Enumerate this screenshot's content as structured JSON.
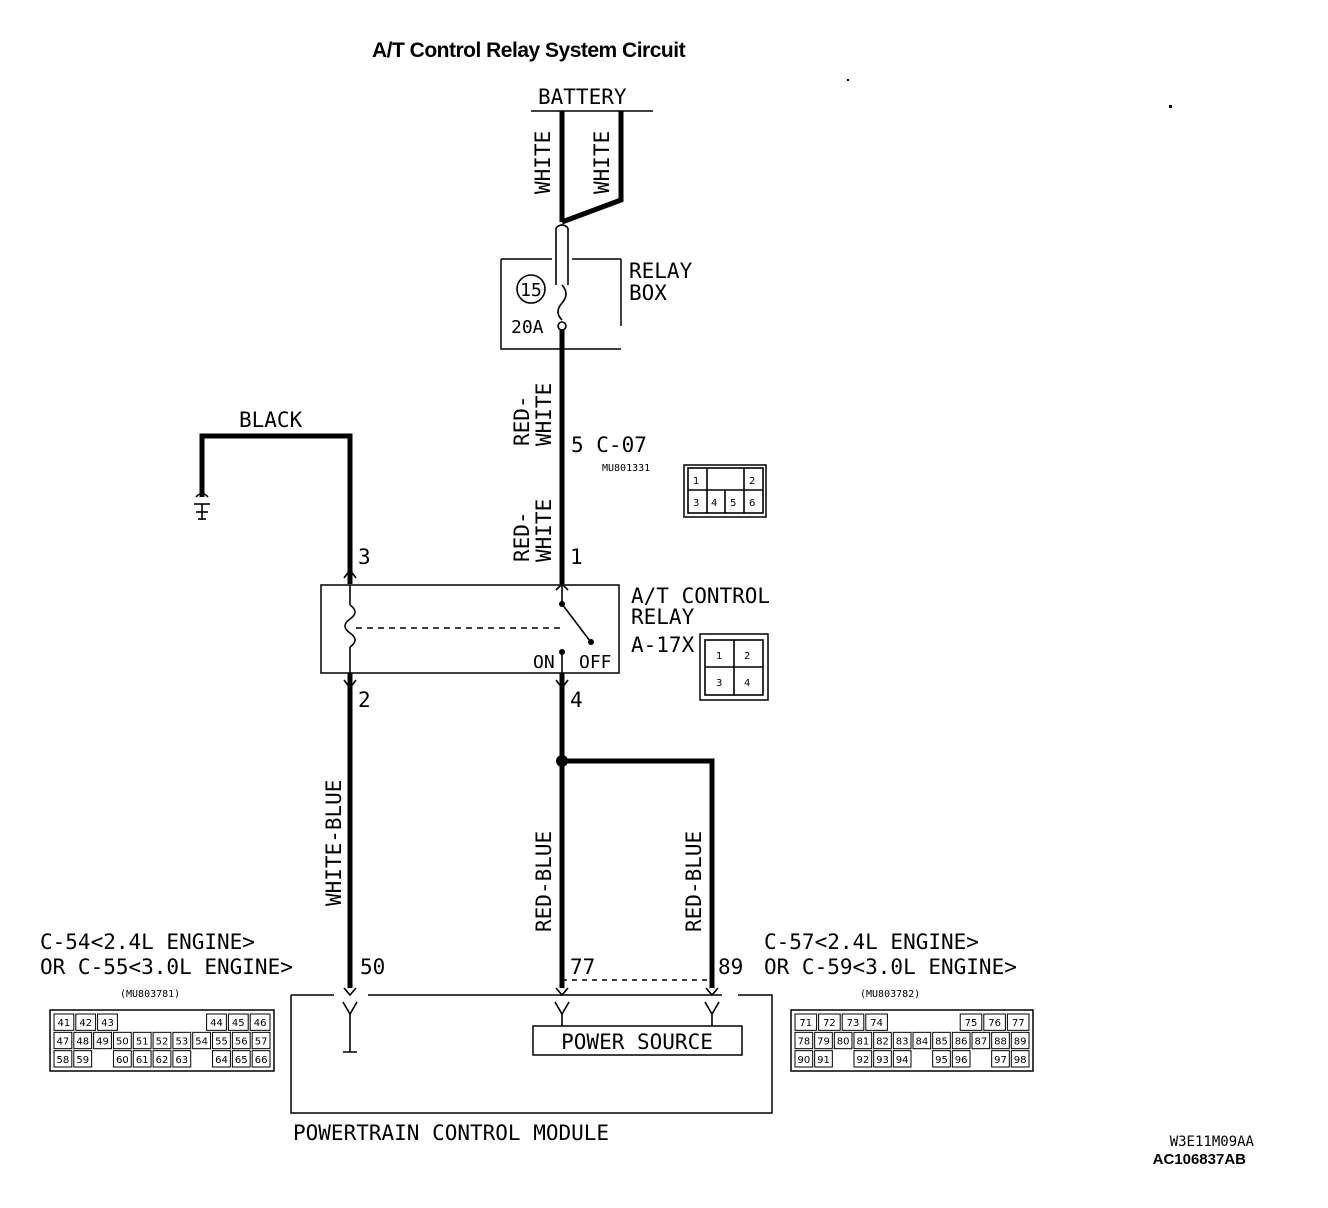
{
  "title": "A/T Control Relay System Circuit",
  "battery": "BATTERY",
  "relay_box": {
    "line1": "RELAY",
    "line2": "BOX",
    "fuse_number": "15",
    "fuse_rating": "20A"
  },
  "wires": {
    "white_left": "WHITE",
    "white_right": "WHITE",
    "red_white_upper": [
      "RED-",
      "WHITE"
    ],
    "red_white_lower": [
      "RED-",
      "WHITE"
    ],
    "black": "BLACK",
    "white_blue": "WHITE-BLUE",
    "red_blue_left": "RED-BLUE",
    "red_blue_right": "RED-BLUE"
  },
  "connector_c07": {
    "label": "5 C-07",
    "part": "MU801331",
    "pins_top": [
      "1",
      "",
      "2"
    ],
    "pins_bottom": [
      "3",
      "4",
      "5",
      "6"
    ]
  },
  "relay": {
    "name_line1": "A/T CONTROL",
    "name_line2": "RELAY",
    "connector": "A-17X",
    "on": "ON",
    "off": "OFF",
    "pin_top_left": "3",
    "pin_top_right": "1",
    "pin_bottom_left": "2",
    "pin_bottom_right": "4",
    "pins": [
      "1",
      "2",
      "3",
      "4"
    ]
  },
  "pcm": {
    "name": "POWERTRAIN CONTROL MODULE",
    "power_source": "POWER SOURCE",
    "pin_50": "50",
    "pin_77": "77",
    "pin_89": "89"
  },
  "left_connector": {
    "line1": "C-54<2.4L ENGINE>",
    "line2": "OR C-55<3.0L ENGINE>",
    "part": "(MU803781)",
    "rows": [
      [
        "41",
        "42",
        "43",
        "",
        "",
        "",
        "",
        "44",
        "45",
        "46"
      ],
      [
        "47",
        "48",
        "49",
        "50",
        "51",
        "52",
        "53",
        "54",
        "55",
        "56",
        "57"
      ],
      [
        "58",
        "59",
        "",
        "60",
        "61",
        "62",
        "63",
        "",
        "64",
        "65",
        "66"
      ]
    ]
  },
  "right_connector": {
    "line1": "C-57<2.4L ENGINE>",
    "line2": "OR C-59<3.0L ENGINE>",
    "part": "(MU803782)",
    "rows": [
      [
        "71",
        "72",
        "73",
        "74",
        "",
        "",
        "",
        "75",
        "76",
        "77"
      ],
      [
        "78",
        "79",
        "80",
        "81",
        "82",
        "83",
        "84",
        "85",
        "86",
        "87",
        "88",
        "89"
      ],
      [
        "90",
        "91",
        "",
        "92",
        "93",
        "94",
        "",
        "95",
        "96",
        "",
        "97",
        "98"
      ]
    ]
  },
  "codes": [
    "W3E11M09AA",
    "AC106837AB"
  ]
}
